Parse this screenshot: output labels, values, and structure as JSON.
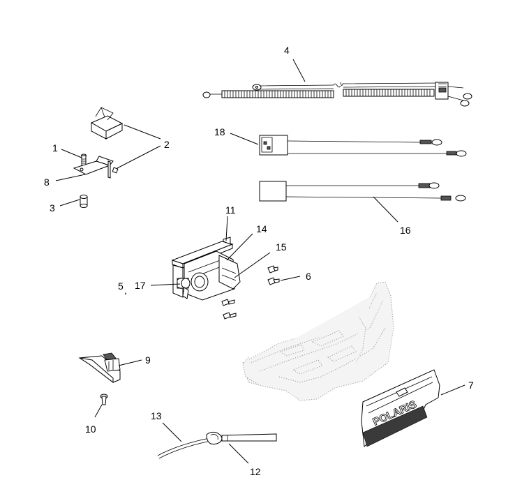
{
  "callouts": {
    "c1": "1",
    "c2": "2",
    "c3": "3",
    "c4": "4",
    "c5": "5",
    "c5_sep": ",",
    "c6": "6",
    "c7": "7",
    "c8": "8",
    "c9": "9",
    "c10": "10",
    "c11": "11",
    "c12": "12",
    "c13": "13",
    "c14": "14",
    "c15": "15",
    "c16": "16",
    "c17": "17",
    "c18": "18"
  },
  "emblem": {
    "brand": "POLARIS"
  },
  "colors": {
    "line": "#000000",
    "background": "#ffffff",
    "dotted_part": "#999999"
  }
}
